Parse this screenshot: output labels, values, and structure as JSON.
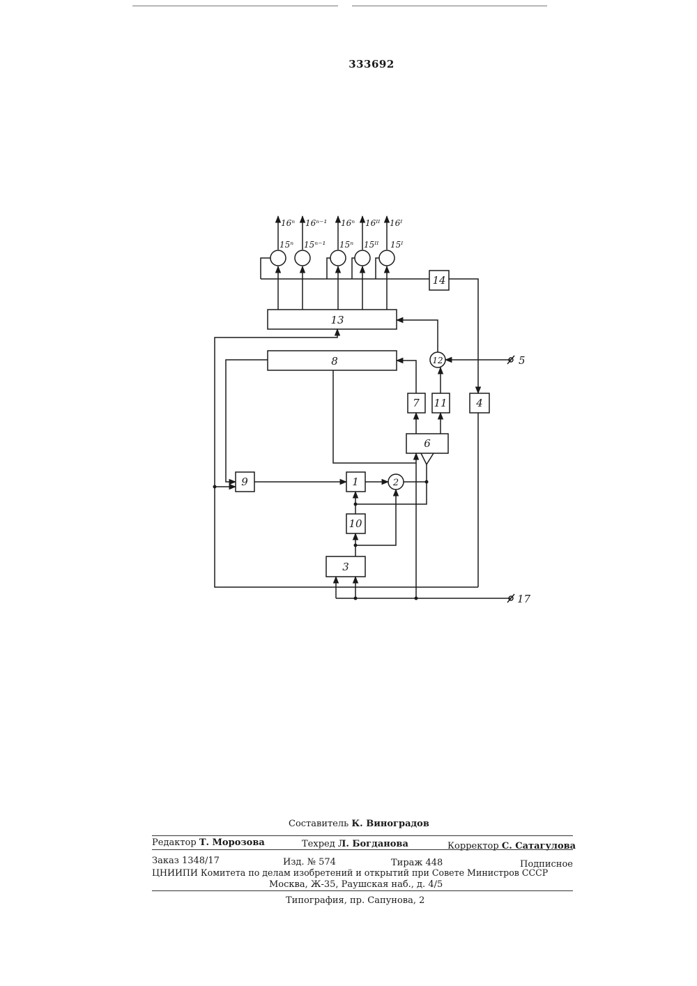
{
  "patent_number": "333692",
  "diagram": {
    "blocks": {
      "b1": "1",
      "b2": "2",
      "b3": "3",
      "b4": "4",
      "b6": "6",
      "b7": "7",
      "b8": "8",
      "b9": "9",
      "b10": "10",
      "b11": "11",
      "b12": "12",
      "b13": "13",
      "b14": "14"
    },
    "outputs": {
      "o1": "16ⁿ",
      "o2": "16ⁿ⁻¹",
      "o3": "16ⁿ",
      "o4": "16ᴵᴵ",
      "o5": "16ᴵ"
    },
    "elements": {
      "e1": "15ⁿ",
      "e2": "15ⁿ⁻¹",
      "e3": "15ⁿ",
      "e4": "15ᴵᴵ",
      "e5": "15ᴵ"
    },
    "terminals": {
      "t5": "5",
      "t17": "17"
    }
  },
  "imprint": {
    "compiler_role": "Составитель",
    "compiler_name": "К. Виноградов",
    "editor_role": "Редактор",
    "editor_name": "Т. Морозова",
    "techred_role": "Техред",
    "techred_name": "Л. Богданова",
    "corrector_role": "Корректор",
    "corrector_name": "С. Сатагулова",
    "order": "Заказ 1348/17",
    "edition": "Изд. № 574",
    "print_run": "Тираж 448",
    "subscription": "Подписное",
    "institute": "ЦНИИПИ Комитета по делам изобретений и открытий при Совете Министров СССР",
    "address": "Москва, Ж-35, Раушская наб., д. 4/5",
    "printing_house": "Типография, пр. Сапунова, 2"
  }
}
